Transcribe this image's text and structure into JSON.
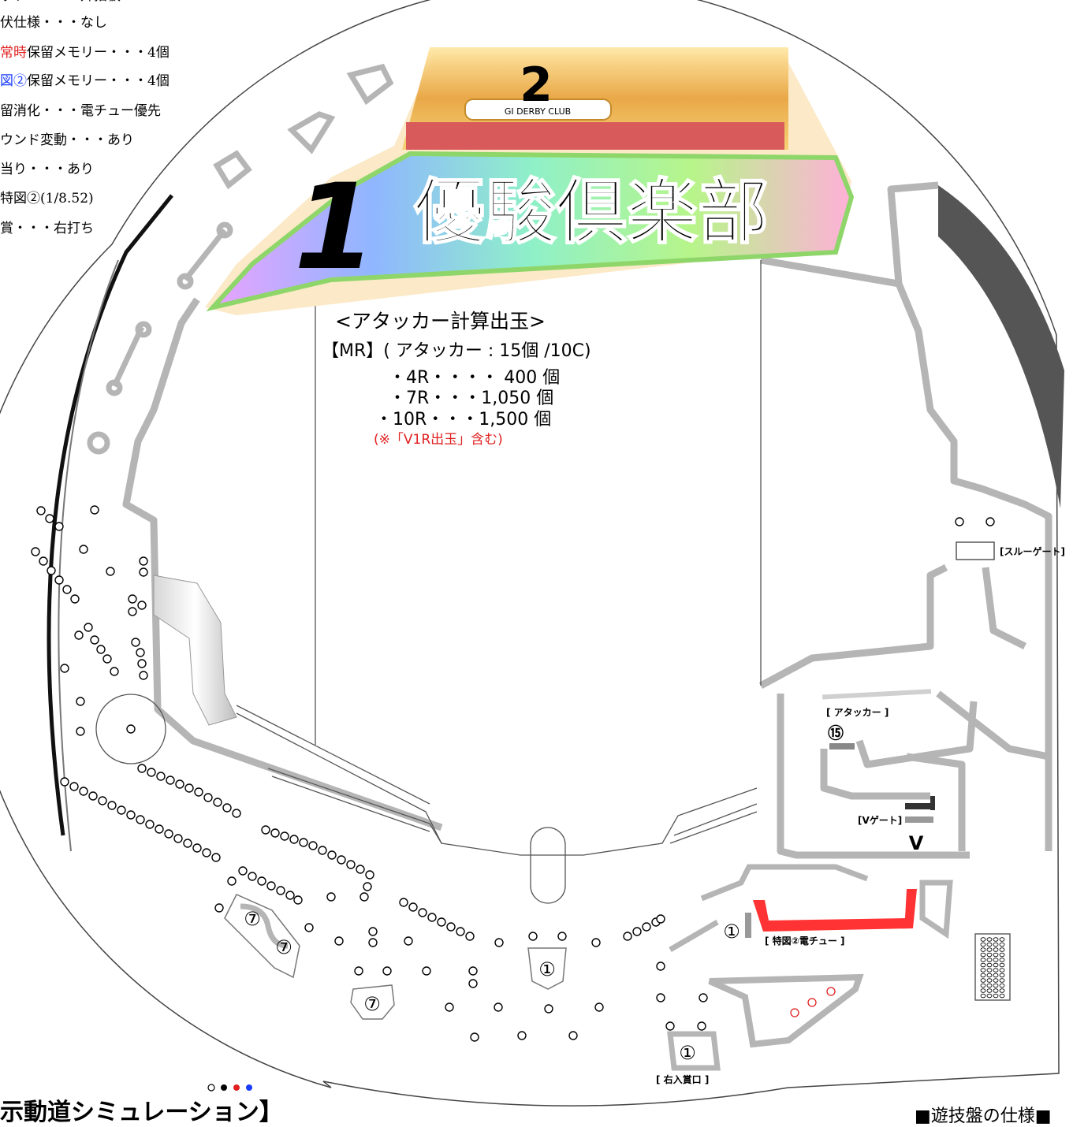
{
  "spec_lines": [
    {
      "pre": "",
      "hl": "",
      "post": "ッドー・・・升指板"
    },
    {
      "pre": "",
      "hl": "",
      "post": "伏仕様・・・なし"
    },
    {
      "pre": "",
      "hl": "常時",
      "hl_color": "#e02020",
      "post": "保留メモリー・・・4個"
    },
    {
      "pre": "",
      "hl": "図②",
      "hl_color": "#1a3cff",
      "post": "保留メモリー・・・4個"
    },
    {
      "pre": "",
      "hl": "",
      "post": "留消化・・・電チュー優先"
    },
    {
      "pre": "",
      "hl": "",
      "post": "ウンド変動・・・あり"
    },
    {
      "pre": "",
      "hl": "",
      "post": "当り・・・あり"
    },
    {
      "pre": "",
      "hl": "",
      "post": "特図②(1/8.52)"
    },
    {
      "pre": "",
      "hl": "",
      "post": "賞・・・右打ち"
    }
  ],
  "logo": {
    "main_text": "優駿倶楽部",
    "prefix": "1",
    "badge_number": "2",
    "ribbon_text": "GI DERBY CLUB"
  },
  "attacker_calc": {
    "heading": "<アタッカー計算出玉>",
    "mr_line": "【MR】( アタッカー : 15個 /10C)",
    "rows": [
      "・4R・・・・ 400 個",
      "・7R・・・1,050 個",
      "・10R・・・1,500 個"
    ],
    "note": "(※「V1R出玉」含む)",
    "note_color": "#e02020"
  },
  "labels": {
    "through_gate": "[スルーゲート]",
    "attacker": "[ アタッカー ]",
    "attacker_count": "⑮",
    "v_gate": "[Vゲート]",
    "v_mark": "V",
    "tokuzu2_denchu": "[ 特図②電チュー ]",
    "denchu_num": "①",
    "right_entry": "[ 右入賞口 ]",
    "right_entry_num": "①",
    "center_entry_num": "①",
    "pocket_7": "⑦"
  },
  "footer": {
    "sim_title": "示動道シミュレーション】",
    "spec_title": "■遊技盤の仕様■"
  },
  "colors": {
    "accent_red": "#e02020",
    "accent_blue": "#1a3cff",
    "rail_gray": "#b5b5b5"
  }
}
